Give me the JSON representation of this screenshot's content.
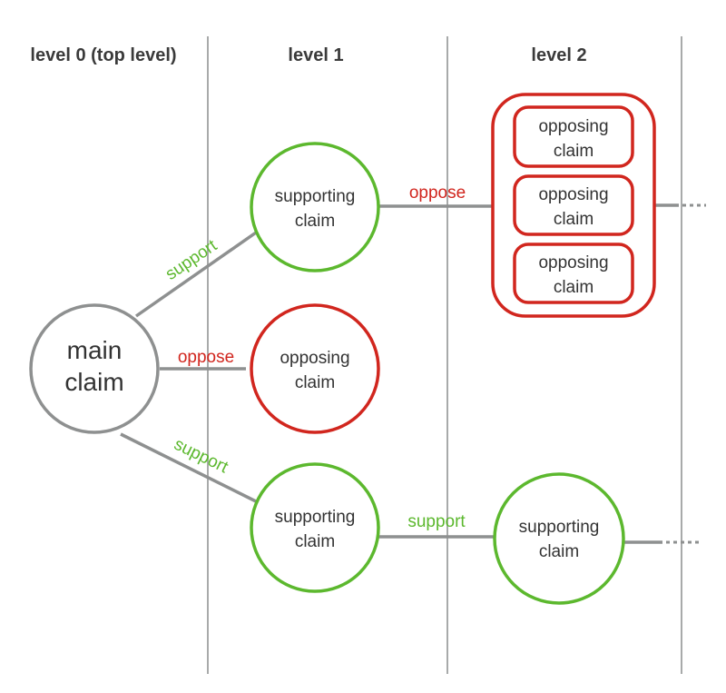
{
  "colors": {
    "support": "#5cb82e",
    "oppose": "#d1261e",
    "neutral": "#8e9090",
    "text": "#333333"
  },
  "headers": {
    "level0": "level 0 (top level)",
    "level1": "level 1",
    "level2": "level 2"
  },
  "main": {
    "line1": "main",
    "line2": "claim"
  },
  "nodes": {
    "support_top": {
      "line1": "supporting",
      "line2": "claim"
    },
    "oppose_mid": {
      "line1": "opposing",
      "line2": "claim"
    },
    "support_bottom": {
      "line1": "supporting",
      "line2": "claim"
    },
    "support_level2": {
      "line1": "supporting",
      "line2": "claim"
    },
    "oppose_group": [
      {
        "line1": "opposing",
        "line2": "claim"
      },
      {
        "line1": "opposing",
        "line2": "claim"
      },
      {
        "line1": "opposing",
        "line2": "claim"
      }
    ]
  },
  "edges": {
    "main_to_support_top": "support",
    "main_to_oppose_mid": "oppose",
    "main_to_support_bottom": "support",
    "support_top_to_group": "oppose",
    "support_bottom_to_level2": "support"
  }
}
